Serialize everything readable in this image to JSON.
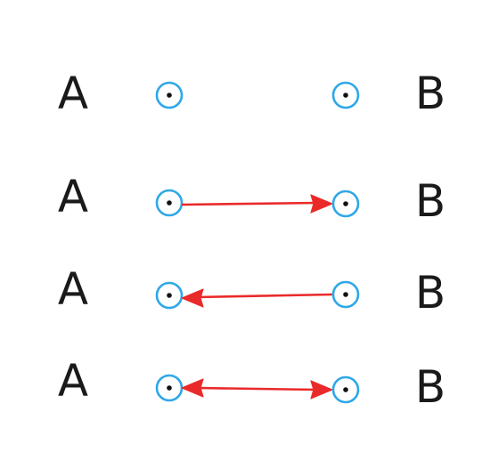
{
  "colors": {
    "node": "#2fa8e8",
    "edge": "#ea2a2a",
    "label": "#1a1a1a"
  },
  "rows": [
    {
      "left_label": "A",
      "right_label": "B",
      "connection": "none"
    },
    {
      "left_label": "A",
      "right_label": "B",
      "connection": "forward"
    },
    {
      "left_label": "A",
      "right_label": "B",
      "connection": "backward"
    },
    {
      "left_label": "A",
      "right_label": "B",
      "connection": "both"
    }
  ]
}
